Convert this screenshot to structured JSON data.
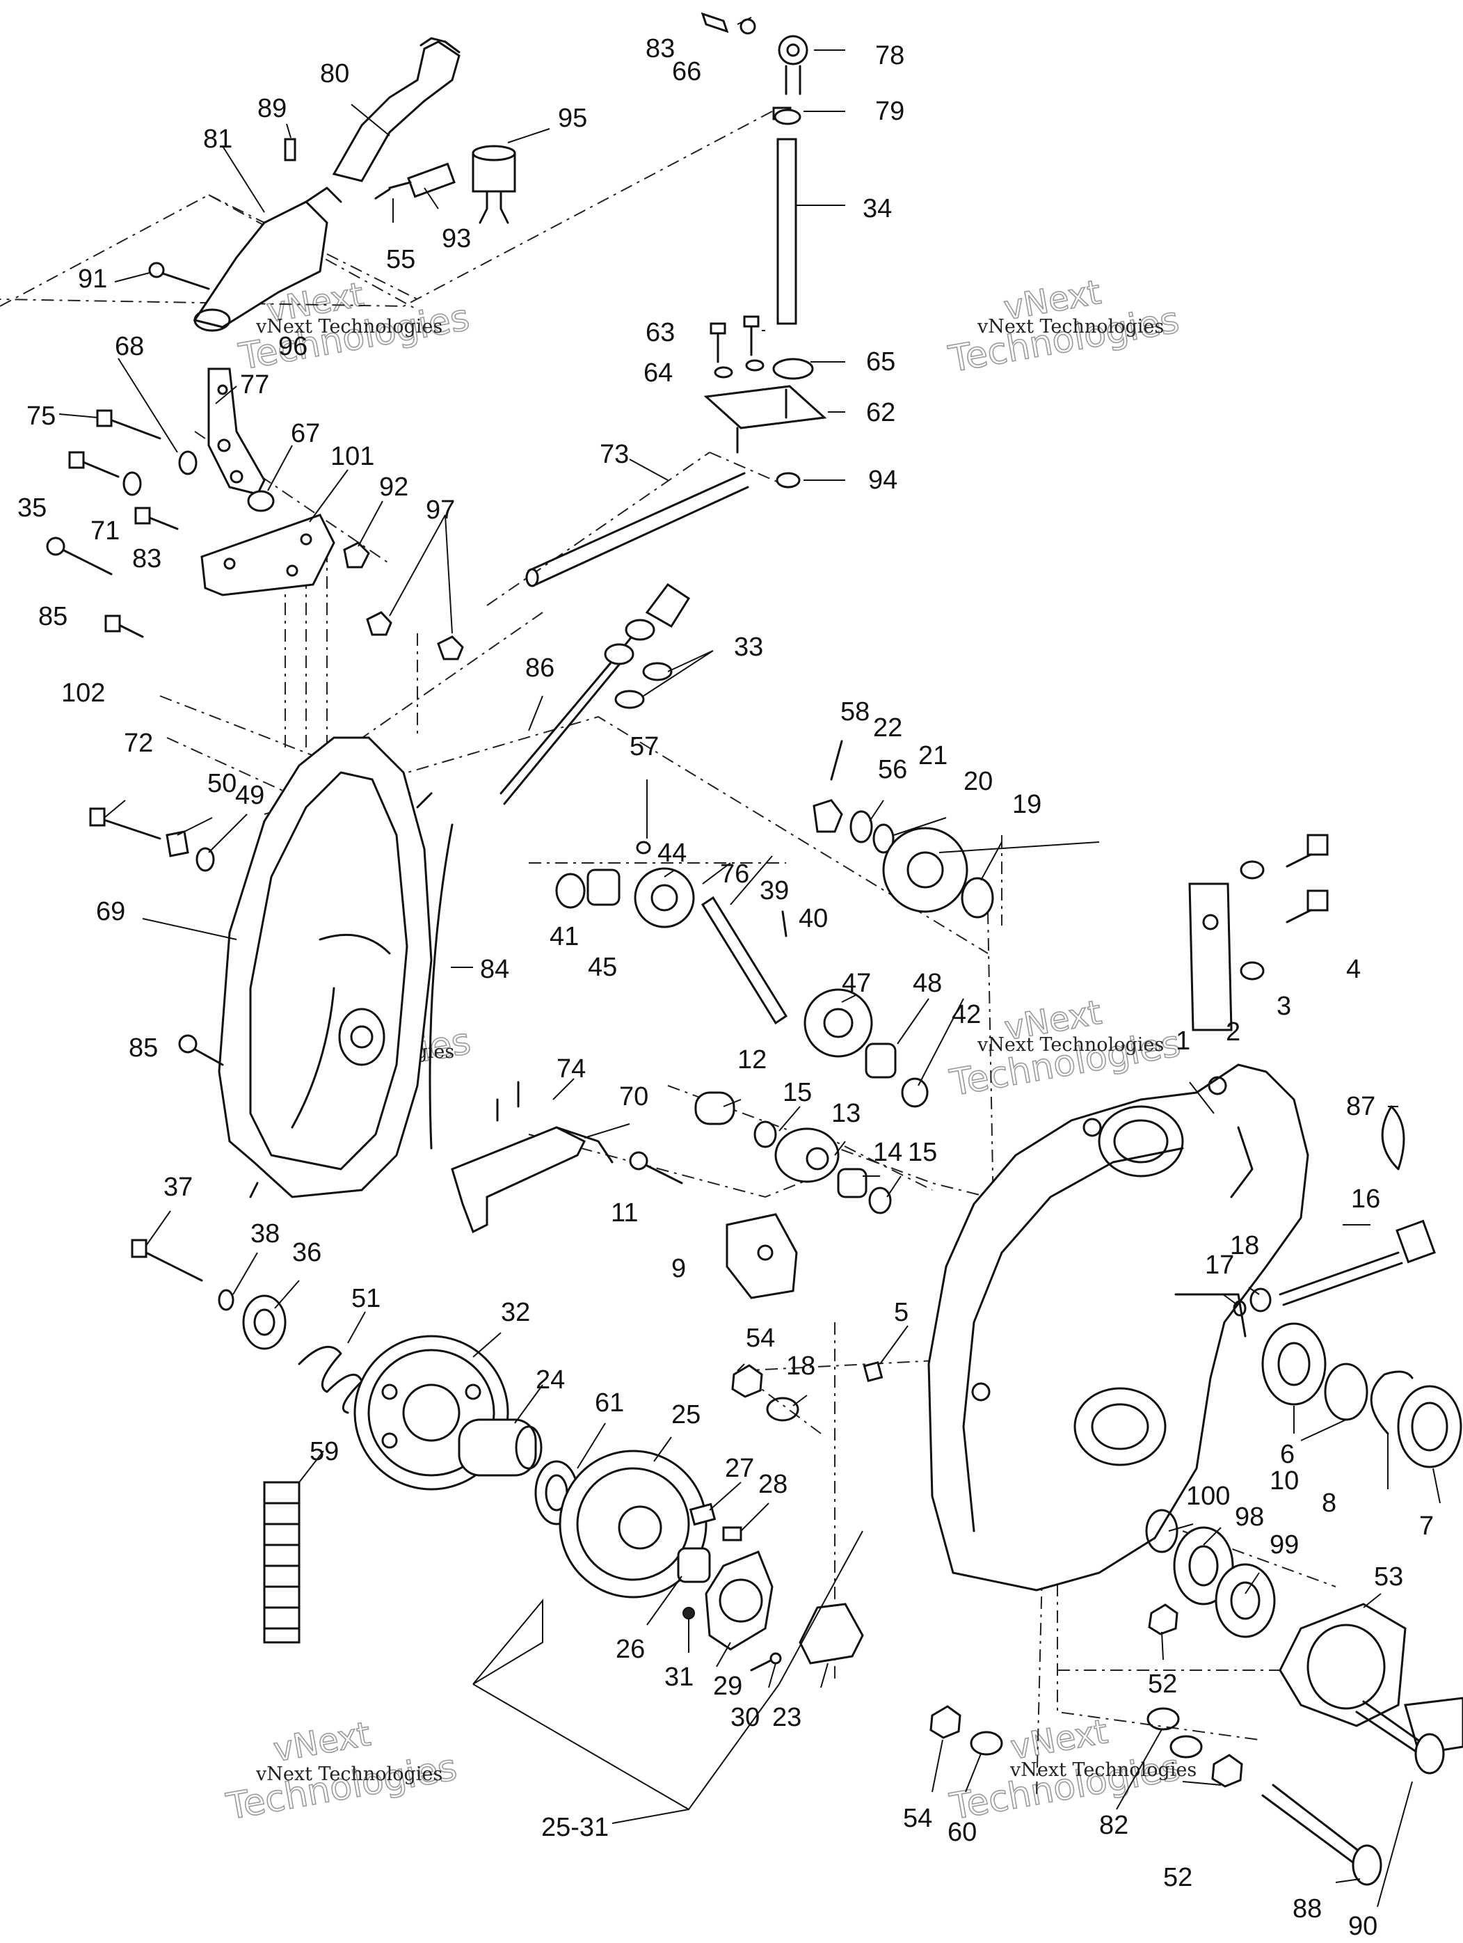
{
  "watermark": {
    "line1": "vNext",
    "line2": "Technologies",
    "caption": "vNext Technologies"
  },
  "callouts": {
    "c83a": "83",
    "c66": "66",
    "c78": "78",
    "c79": "79",
    "c34": "34",
    "c80": "80",
    "c89": "89",
    "c81": "81",
    "c95": "95",
    "c55": "55",
    "c93": "93",
    "c91": "91",
    "c96": "96",
    "c68": "68",
    "c77": "77",
    "c75": "75",
    "c67": "67",
    "c101": "101",
    "c35": "35",
    "c92": "92",
    "c97": "97",
    "c71": "71",
    "c83b": "83",
    "c85a": "85",
    "c102": "102",
    "c63": "63",
    "c64": "64",
    "c65": "65",
    "c62": "62",
    "c73": "73",
    "c94": "94",
    "c86": "86",
    "c33": "33",
    "c58": "58",
    "c22": "22",
    "c57": "57",
    "c56": "56",
    "c21": "21",
    "c20": "20",
    "c19": "19",
    "c72": "72",
    "c50": "50",
    "c49": "49",
    "c69": "69",
    "c85b": "85",
    "c84": "84",
    "c44": "44",
    "c76": "76",
    "c39": "39",
    "c40": "40",
    "c41": "41",
    "c45": "45",
    "c47": "47",
    "c48": "48",
    "c42": "42",
    "c2": "2",
    "c3": "3",
    "c4": "4",
    "c1": "1",
    "c74": "74",
    "c70": "70",
    "c12": "12",
    "c15a": "15",
    "c13": "13",
    "c14": "14",
    "c15b": "15",
    "c11": "11",
    "c9": "9",
    "c87": "87",
    "c16": "16",
    "c17": "17",
    "c18a": "18",
    "c37": "37",
    "c38": "38",
    "c36": "36",
    "c51": "51",
    "c32": "32",
    "c24": "24",
    "c61": "61",
    "c59": "59",
    "c25": "25",
    "c27": "27",
    "c28": "28",
    "c26": "26",
    "c31": "31",
    "c29": "29",
    "c30": "30",
    "c23": "23",
    "c25_31": "25-31",
    "c54a": "54",
    "c18b": "18",
    "c5": "5",
    "c6": "6",
    "c10": "10",
    "c8": "8",
    "c7": "7",
    "c100": "100",
    "c98": "98",
    "c99": "99",
    "c53": "53",
    "c52a": "52",
    "c54b": "54",
    "c60": "60",
    "c82": "82",
    "c52b": "52",
    "c88": "88",
    "c90": "90"
  }
}
